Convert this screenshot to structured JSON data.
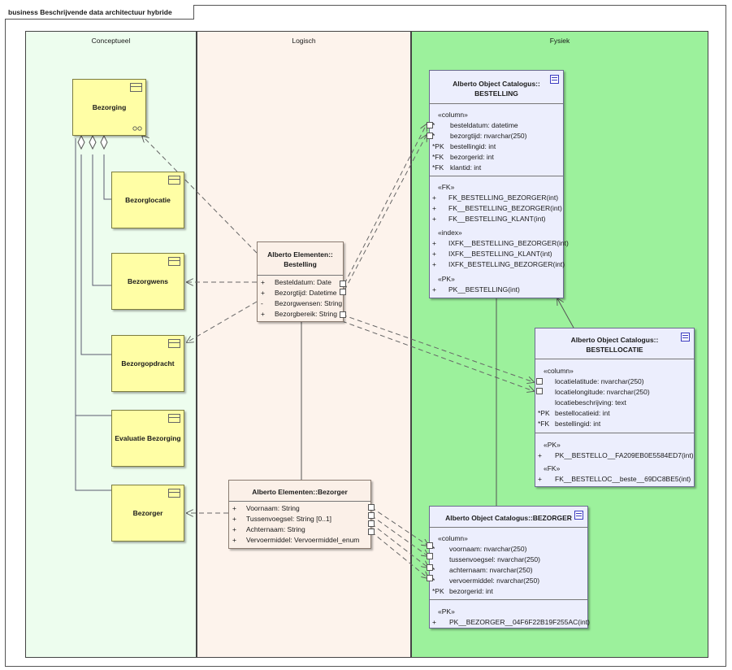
{
  "frame": {
    "title": "business Beschrijvende data architectuur hybride"
  },
  "lanes": {
    "conceptueel": "Conceptueel",
    "logisch": "Logisch",
    "fysiek": "Fysiek"
  },
  "concepts": {
    "bezorging": "Bezorging",
    "bezorglocatie": "Bezorglocatie",
    "bezorgwens": "Bezorgwens",
    "bezorgopdracht": "Bezorgopdracht",
    "evaluatie": "Evaluatie Bezorging",
    "bezorger": "Bezorger"
  },
  "logical": {
    "bestelling": {
      "title1": "Alberto Elementen::",
      "title2": "Bestelling",
      "attributes": [
        {
          "vis": "+",
          "text": "Besteldatum: Date"
        },
        {
          "vis": "+",
          "text": "Bezorgtijd: Datetime"
        },
        {
          "vis": "-",
          "text": "Bezorgwensen: String"
        },
        {
          "vis": "+",
          "text": "Bezorgbereik: String"
        }
      ]
    },
    "bezorger": {
      "title": "Alberto Elementen::Bezorger",
      "attributes": [
        {
          "vis": "+",
          "text": "Voornaam: String"
        },
        {
          "vis": "+",
          "text": "Tussenvoegsel: String [0..1]"
        },
        {
          "vis": "+",
          "text": "Achternaam: String"
        },
        {
          "vis": "+",
          "text": "Vervoermiddel: Vervoermiddel_enum"
        }
      ]
    }
  },
  "physical": {
    "bestelling": {
      "title1": "Alberto Object Catalogus::",
      "title2": "BESTELLING",
      "column_stereo": "«column»",
      "columns": [
        {
          "key": "*",
          "text": "besteldatum: datetime"
        },
        {
          "key": "*",
          "text": "bezorgtijd: nvarchar(250)"
        },
        {
          "key": "*PK",
          "text": "bestellingid: int"
        },
        {
          "key": "*FK",
          "text": "bezorgerid: int"
        },
        {
          "key": "*FK",
          "text": "klantid: int"
        }
      ],
      "fk_stereo": "«FK»",
      "fks": [
        {
          "vis": "+",
          "text": "FK_BESTELLING_BEZORGER(int)"
        },
        {
          "vis": "+",
          "text": "FK__BESTELLING_BEZORGER(int)"
        },
        {
          "vis": "+",
          "text": "FK__BESTELLING_KLANT(int)"
        }
      ],
      "index_stereo": "«index»",
      "indexes": [
        {
          "vis": "+",
          "text": "IXFK__BESTELLING_BEZORGER(int)"
        },
        {
          "vis": "+",
          "text": "IXFK__BESTELLING_KLANT(int)"
        },
        {
          "vis": "+",
          "text": "IXFK_BESTELLING_BEZORGER(int)"
        }
      ],
      "pk_stereo": "«PK»",
      "pks": [
        {
          "vis": "+",
          "text": "PK__BESTELLING(int)"
        }
      ]
    },
    "bestellocatie": {
      "title1": "Alberto Object Catalogus::",
      "title2": "BESTELLOCATIE",
      "column_stereo": "«column»",
      "columns": [
        {
          "key": "",
          "text": "locatielatitude: nvarchar(250)"
        },
        {
          "key": "",
          "text": "locatielongitude: nvarchar(250)"
        },
        {
          "key": "",
          "text": "locatiebeschrijving: text"
        },
        {
          "key": "*PK",
          "text": "bestellocatieid: int"
        },
        {
          "key": "*FK",
          "text": "bestellingid: int"
        }
      ],
      "pk_stereo": "«PK»",
      "pks": [
        {
          "vis": "+",
          "text": "PK__BESTELLO__FA209EB0E5584ED7(int)"
        }
      ],
      "fk_stereo": "«FK»",
      "fks": [
        {
          "vis": "+",
          "text": "FK__BESTELLOC__beste__69DC8BE5(int)"
        }
      ]
    },
    "bezorger": {
      "title": "Alberto Object Catalogus::BEZORGER",
      "column_stereo": "«column»",
      "columns": [
        {
          "key": "*",
          "text": "voornaam: nvarchar(250)"
        },
        {
          "key": "",
          "text": "tussenvoegsel: nvarchar(250)"
        },
        {
          "key": "*",
          "text": "achternaam: nvarchar(250)"
        },
        {
          "key": "*",
          "text": "vervoermiddel: nvarchar(250)"
        },
        {
          "key": "*PK",
          "text": "bezorgerid: int"
        }
      ],
      "pk_stereo": "«PK»",
      "pks": [
        {
          "vis": "+",
          "text": "PK__BEZORGER__04F6F22B19F255AC(int)"
        }
      ]
    }
  }
}
